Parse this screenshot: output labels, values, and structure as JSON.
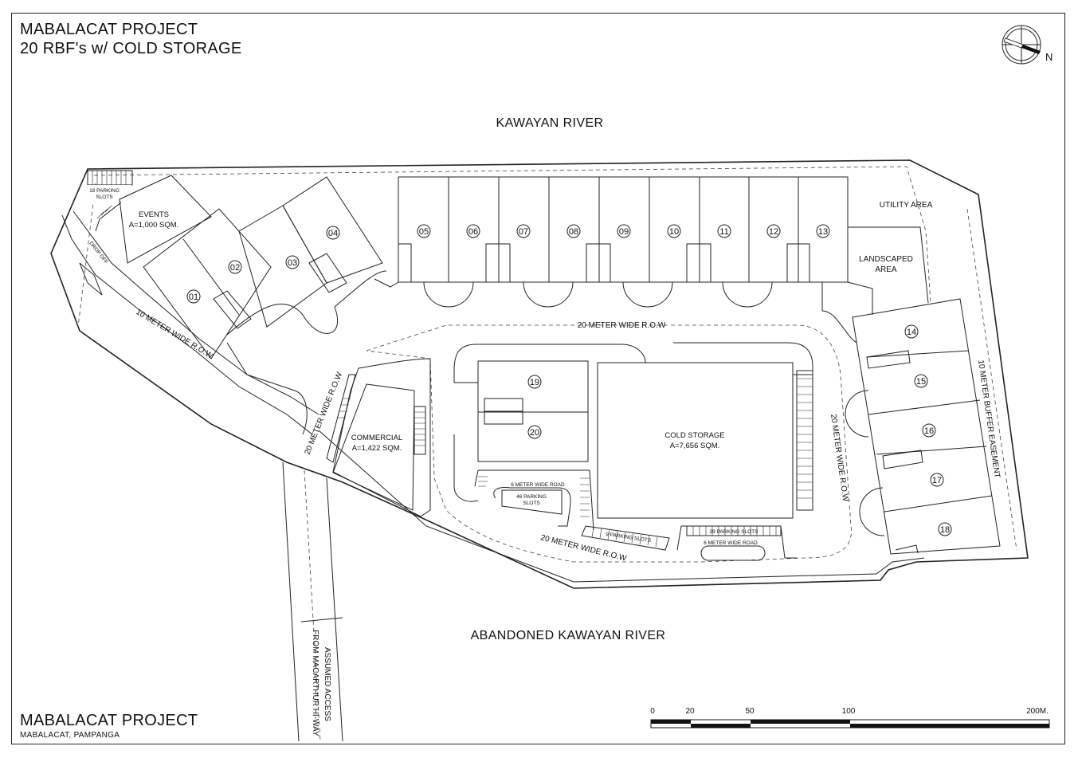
{
  "header": {
    "title_line1": "MABALACAT PROJECT",
    "title_line2": "20 RBF's w/ COLD STORAGE"
  },
  "footer": {
    "title": "MABALACAT PROJECT",
    "location": "MABALACAT, PAMPANGA"
  },
  "compass": {
    "icon": "north-arrow-icon",
    "label": "N"
  },
  "features": {
    "river_north": "KAWAYAN RIVER",
    "river_south": "ABANDONED KAWAYAN RIVER",
    "utility_area": "UTILITY AREA",
    "landscaped_line1": "LANDSCAPED",
    "landscaped_line2": "AREA",
    "buffer": "10 METER BUFFER EASEMENT",
    "access_line1": "ASSUMED ACCESS",
    "access_line2": "FROM MACARTHUR HI-WAY",
    "drop_off": "DROP OFF"
  },
  "buildings": {
    "events_name": "EVENTS",
    "events_area": "A=1,000 SQM.",
    "commercial_name": "COMMERCIAL",
    "commercial_area": "A=1,422 SQM.",
    "cold_name": "COLD STORAGE",
    "cold_area": "A=7,656 SQM."
  },
  "roads": {
    "row10": "10 METER WIDE R.O.W",
    "row20_top": "20 METER WIDE R.O.W",
    "row20_left": "20 METER WIDE R.O.W",
    "row20_right": "20 METER WIDE R.O.W",
    "row20_bottom": "20 METER WIDE R.O.W",
    "road6_a": "6 METER WIDE ROAD",
    "road6_b": "6 METER WIDE ROAD"
  },
  "parking": {
    "p18_line1": "18 PARKING",
    "p18_line2": "SLOTS",
    "p46_line1": "46 PARKING",
    "p46_line2": "SLOTS",
    "p29": "29 PARKING SLOTS",
    "p9": "9 PARKING SLOTS"
  },
  "units": [
    "01",
    "02",
    "03",
    "04",
    "05",
    "06",
    "07",
    "08",
    "09",
    "10",
    "11",
    "12",
    "13",
    "14",
    "15",
    "16",
    "17",
    "18",
    "19",
    "20"
  ],
  "scale_bar": {
    "labels": [
      "0",
      "20",
      "50",
      "100",
      "200M."
    ]
  }
}
